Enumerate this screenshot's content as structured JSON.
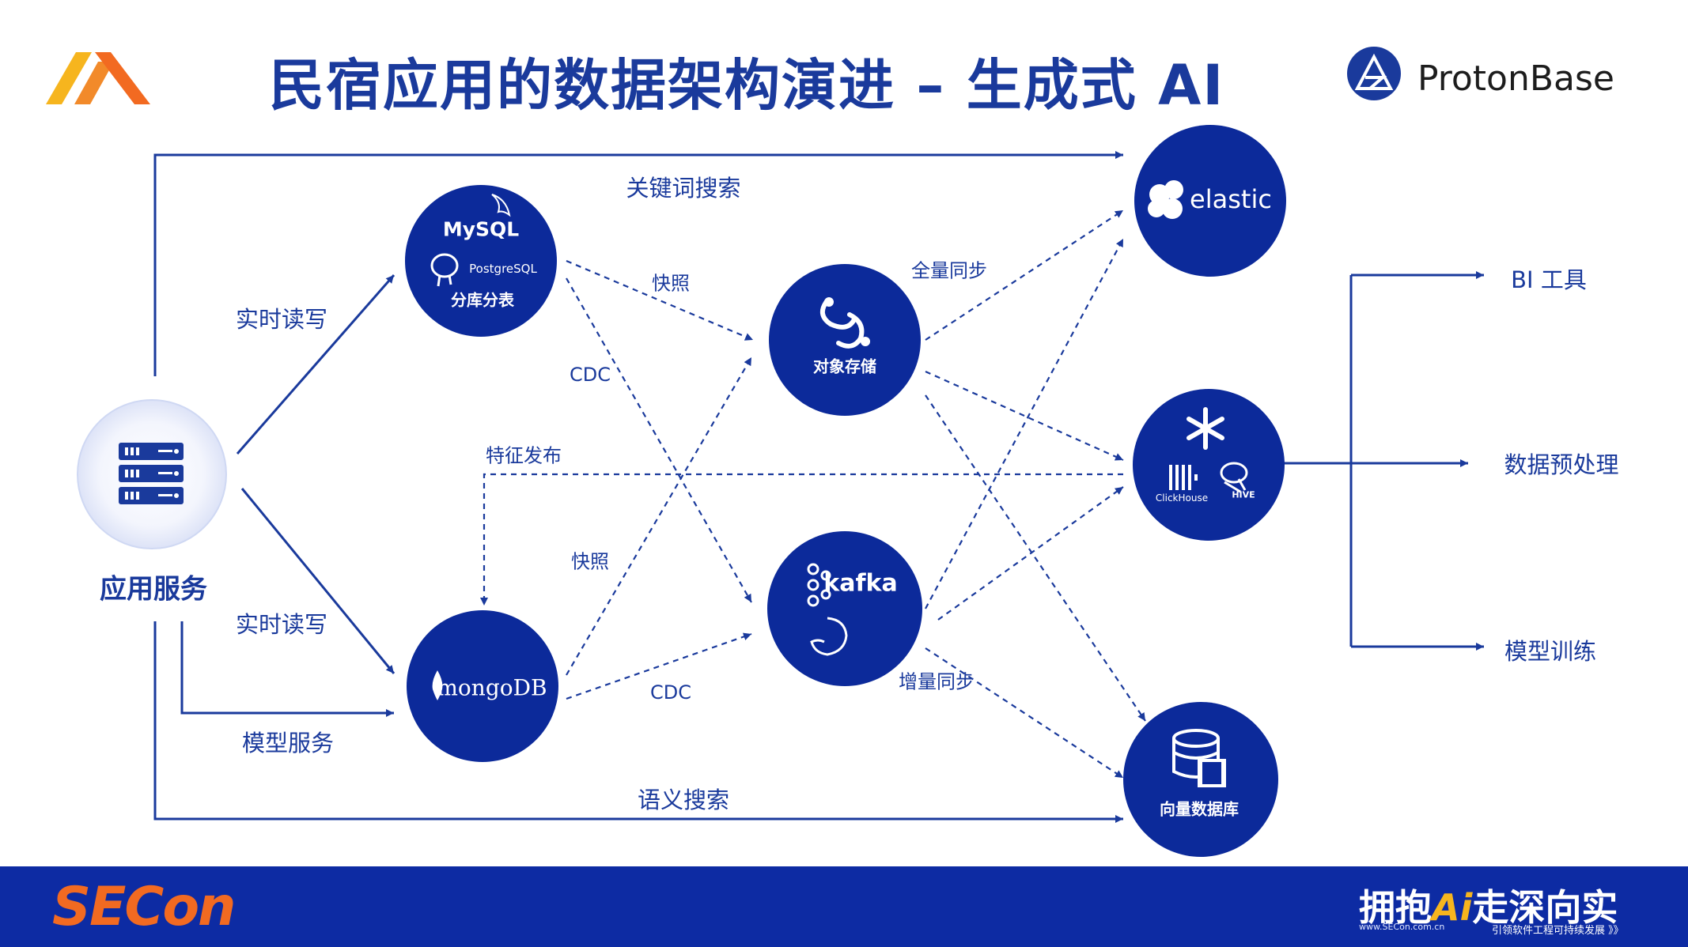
{
  "header": {
    "title": "民宿应用的数据架构演进 – 生成式 AI",
    "brand": "ProtonBase"
  },
  "nodes": {
    "app_service": "应用服务",
    "rdb": {
      "mysql": "MySQL",
      "postgres": "PostgreSQL",
      "caption": "分库分表"
    },
    "mongodb": "mongoDB",
    "object_storage": "对象存储",
    "kafka": "kafka",
    "elastic": "elastic",
    "olap": {
      "clickhouse": "ClickHouse",
      "hive": "HIVE"
    },
    "vector_db": "向量数据库"
  },
  "edges": {
    "keyword_search": "关键词搜索",
    "realtime_rw_top": "实时读写",
    "realtime_rw_bottom": "实时读写",
    "model_service": "模型服务",
    "semantic_search": "语义搜索",
    "snapshot_top": "快照",
    "cdc_left": "CDC",
    "feature_publish": "特征发布",
    "snapshot_bottom": "快照",
    "cdc_bottom": "CDC",
    "full_sync": "全量同步",
    "incremental_sync": "增量同步"
  },
  "outputs": {
    "bi_tools": "BI 工具",
    "data_preprocess": "数据预处理",
    "model_training": "模型训练"
  },
  "footer": {
    "event_logo": "SECon",
    "slogan_a": "拥抱",
    "slogan_ai": "Ai",
    "slogan_b": "走深向实",
    "site": "www.SECon.com.cn",
    "tagline": "引领软件工程可持续发展 》》"
  },
  "colors": {
    "primary_blue": "#1a3a9c",
    "node_blue": "#0c2a9a",
    "footer_blue": "#0d2ba3",
    "accent_orange": "#f26a21",
    "accent_yellow": "#f6b51e"
  }
}
